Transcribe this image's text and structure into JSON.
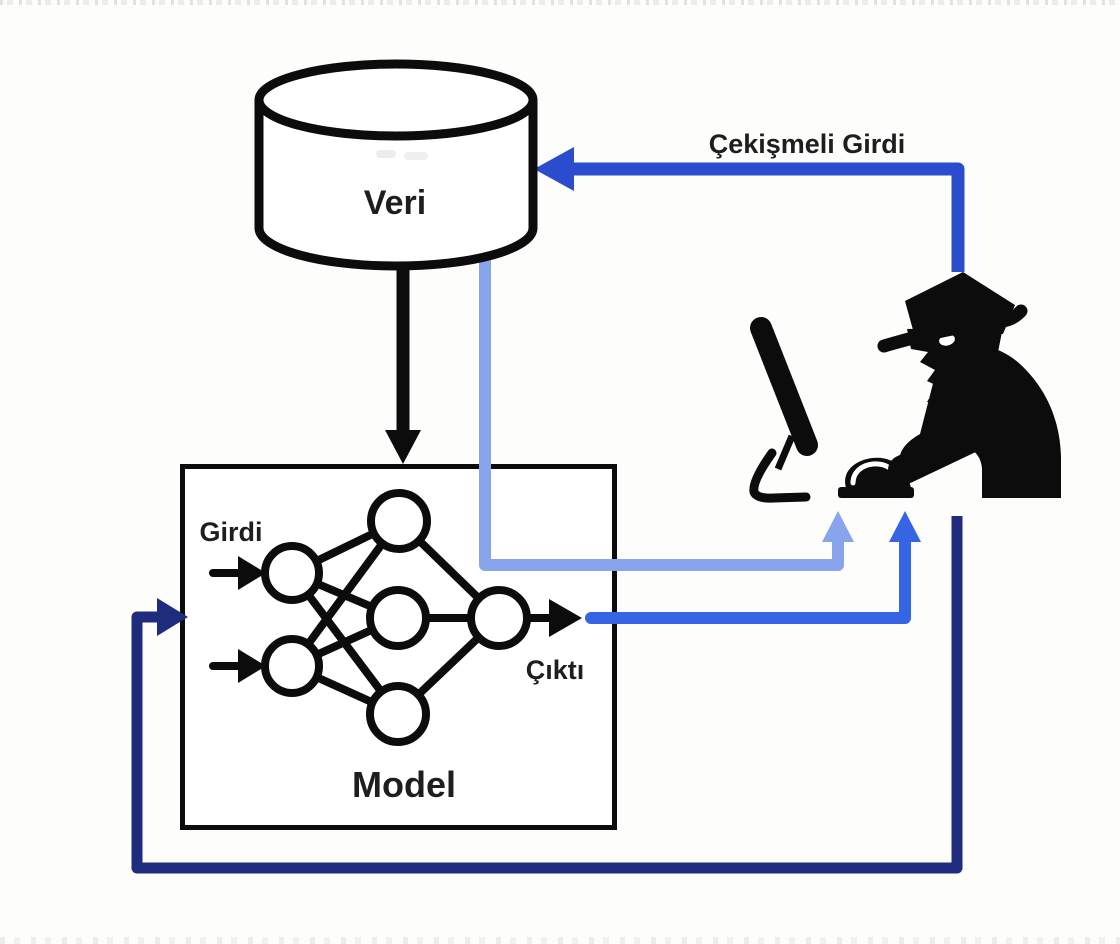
{
  "diagram": {
    "labels": {
      "data_store": "Veri",
      "adversarial_input": "Çekişmeli Girdi",
      "model_input": "Girdi",
      "model_output": "Çıktı",
      "model": "Model"
    },
    "colors": {
      "background": "#fdfdfc",
      "ink": "#0c0c0c",
      "text": "#1e1e1e",
      "royal_blue": "#2b4ccd",
      "medium_blue": "#3565e4",
      "light_blue": "#87a4ec",
      "navy_blue": "#1f2b7c"
    },
    "icons": {
      "data_store": "database-cylinder",
      "attacker": "spy-at-computer",
      "model_contents": "neural-network"
    },
    "neural_network": {
      "input_nodes": 2,
      "hidden_nodes": 3,
      "output_nodes": 1
    },
    "edges": [
      {
        "from": "veri",
        "to": "model",
        "color": "ink"
      },
      {
        "from": "veri",
        "to": "attacker",
        "color": "light_blue"
      },
      {
        "from": "model-output",
        "to": "attacker",
        "color": "medium_blue"
      },
      {
        "from": "attacker",
        "to": "veri",
        "color": "royal_blue",
        "label": "Çekişmeli Girdi"
      },
      {
        "from": "attacker",
        "to": "model-input",
        "color": "navy_blue"
      }
    ]
  }
}
